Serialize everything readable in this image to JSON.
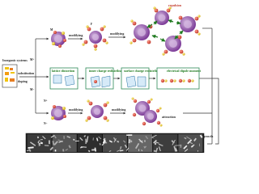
{
  "labels": {
    "source": "Inorganic systems",
    "substitution": "substitution",
    "doping": "doping",
    "modifying": "modifying",
    "repulsion": "repulsion",
    "lattice_distortion": "lattice distortion",
    "inner_charge": "inner charge redistribution",
    "surface_charge": "surface charge redistribution",
    "dipole": "electrical dipole moment",
    "attraction": "attraction",
    "oriented_growth": "oriented growth",
    "ion_m": "M",
    "ion_f": "F",
    "ion_m_plus": "M⁺",
    "ion_m_minus": "M⁻",
    "ion_n_plus": "N⁺",
    "ion_n_minus": "N⁻"
  },
  "colors": {
    "particle_outer": "#8e44ad",
    "particle_inner": "#c39bd3",
    "ion_red": "#e74c3c",
    "ion_yellow": "#f1c40f",
    "green_box": "#2e8b57",
    "cell_fill": "#d6eaf8"
  },
  "micrographs": 7
}
